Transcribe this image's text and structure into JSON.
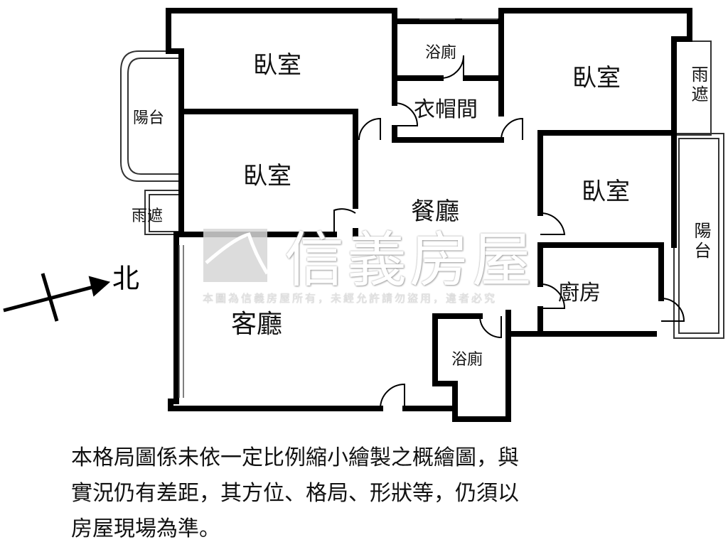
{
  "rooms": {
    "bedroom_top_left": "臥室",
    "bedroom_mid_left": "臥室",
    "bedroom_top_right": "臥室",
    "bedroom_right": "臥室",
    "bathroom_top": "浴廁",
    "bathroom_bottom": "浴廁",
    "closet": "衣帽間",
    "dining": "餐廳",
    "living": "客廳",
    "kitchen": "廚房",
    "balcony_left": "陽台",
    "balcony_right": "陽台",
    "rain_shield_left": "雨遮",
    "rain_shield_right": "雨遮"
  },
  "compass": {
    "north_label": "北"
  },
  "watermark": {
    "brand": "信義房屋",
    "notice": "本圖為信義房屋所有，未經允許請勿盜用，違者必究"
  },
  "note": {
    "lines": [
      "本格局圖係未依一定比例縮小繪製之概繪圖，與",
      "實況仍有差距，其方位、格局、形狀等，仍須以",
      "房屋現場為準。"
    ]
  }
}
